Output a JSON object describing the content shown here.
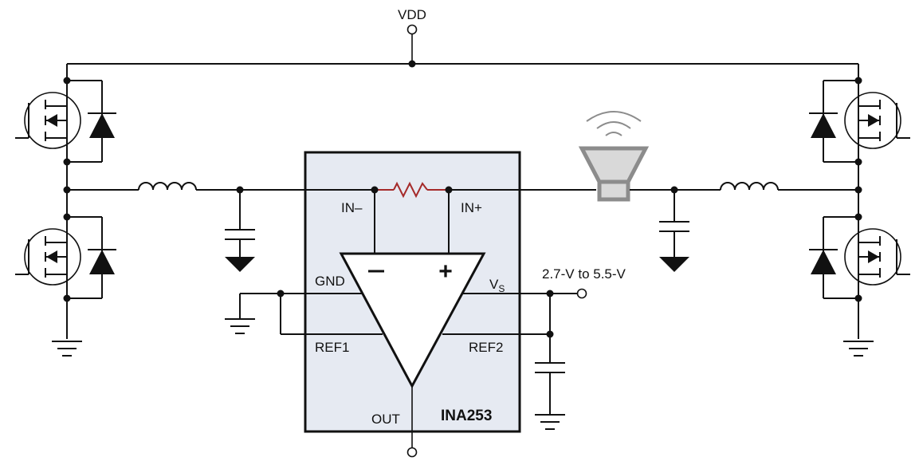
{
  "diagram": {
    "title": "INA253 class-D speaker current sensing",
    "supply": {
      "label": "VDD"
    },
    "ic": {
      "part_number": "INA253",
      "fill_color": "#e6eaf2",
      "pins": {
        "in_minus": "IN–",
        "in_plus": "IN+",
        "gnd": "GND",
        "vs": "V",
        "vs_subscript": "S",
        "ref1": "REF1",
        "ref2": "REF2",
        "out": "OUT"
      },
      "amp_signs": {
        "minus": "–",
        "plus": "+"
      },
      "shunt_color": "#a52a2a"
    },
    "vs_range_label": "2.7-V to 5.5-V",
    "speaker": {
      "icon": "speaker-icon",
      "fill": "#d9d9d9",
      "stroke": "#8c8c8c"
    },
    "components": [
      {
        "id": "Q1",
        "type": "nmos",
        "position": "top-left"
      },
      {
        "id": "Q2",
        "type": "nmos",
        "position": "bottom-left"
      },
      {
        "id": "Q3",
        "type": "nmos",
        "position": "top-right"
      },
      {
        "id": "Q4",
        "type": "nmos",
        "position": "bottom-right"
      },
      {
        "id": "L1",
        "type": "inductor",
        "position": "left"
      },
      {
        "id": "L2",
        "type": "inductor",
        "position": "right"
      },
      {
        "id": "C1",
        "type": "capacitor",
        "position": "left"
      },
      {
        "id": "C2",
        "type": "capacitor",
        "position": "right"
      },
      {
        "id": "C3",
        "type": "capacitor",
        "position": "vs-decoupling"
      },
      {
        "id": "RSHUNT",
        "type": "resistor",
        "position": "integrated"
      }
    ]
  }
}
